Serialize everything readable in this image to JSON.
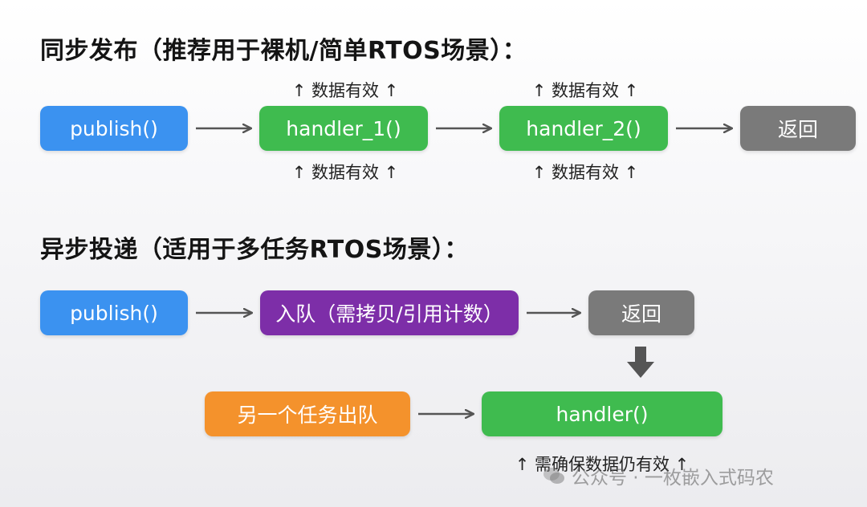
{
  "sync": {
    "title": "同步发布（推荐用于裸机/简单RTOS场景）：",
    "publish": "publish()",
    "handler1": "handler_1()",
    "handler2": "handler_2()",
    "ret": "返回",
    "note": "↑ 数据有效 ↑"
  },
  "async": {
    "title": "异步投递（适用于多任务RTOS场景）：",
    "publish": "publish()",
    "enqueue": "入队（需拷贝/引用计数）",
    "ret": "返回",
    "dequeue": "另一个任务出队",
    "handler": "handler()",
    "note": "↑ 需确保数据仍有效 ↑"
  },
  "watermark": "公众号 · 一枚嵌入式码农",
  "colors": {
    "publish": "#3b92f0",
    "handler": "#3fbb4f",
    "return": "#7a7a7a",
    "enqueue": "#7d2ea8",
    "dequeue": "#f4922c"
  }
}
